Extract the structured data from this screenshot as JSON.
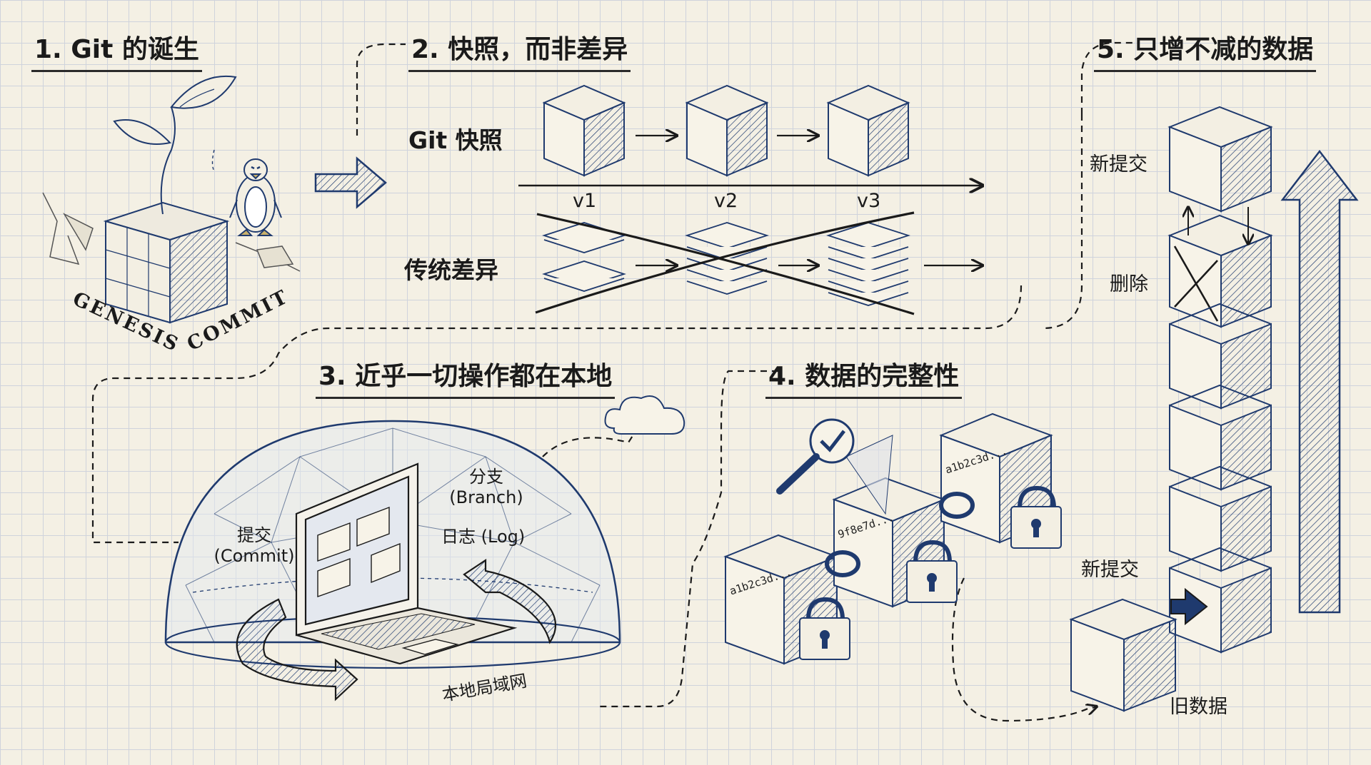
{
  "sections": {
    "s1": "1. Git 的诞生",
    "s2": "2. 快照，而非差异",
    "s3": "3. 近乎一切操作都在本地",
    "s4": "4. 数据的完整性",
    "s5": "5. 只增不减的数据"
  },
  "genesis": {
    "word1": "GENESIS",
    "word2": "COMMIT"
  },
  "snapshot": {
    "git_label": "Git 快照",
    "diff_label": "传统差异",
    "versions": [
      "v1",
      "v2",
      "v3"
    ]
  },
  "local": {
    "commit_cn": "提交",
    "commit_en": "(Commit)",
    "branch_cn": "分支",
    "branch_en": "(Branch)",
    "log": "日志 (Log)",
    "lan": "本地局域网"
  },
  "integrity": {
    "hashes": [
      "a1b2c3d...",
      "9f8e7d...",
      "a1b2c3d..."
    ]
  },
  "append": {
    "new_commit_top": "新提交",
    "delete": "删除",
    "new_commit_bottom": "新提交",
    "old_data": "旧数据"
  },
  "colors": {
    "ink": "#1f3a6e",
    "paper": "#f4f0e4",
    "grid": "#cfd3dc"
  }
}
